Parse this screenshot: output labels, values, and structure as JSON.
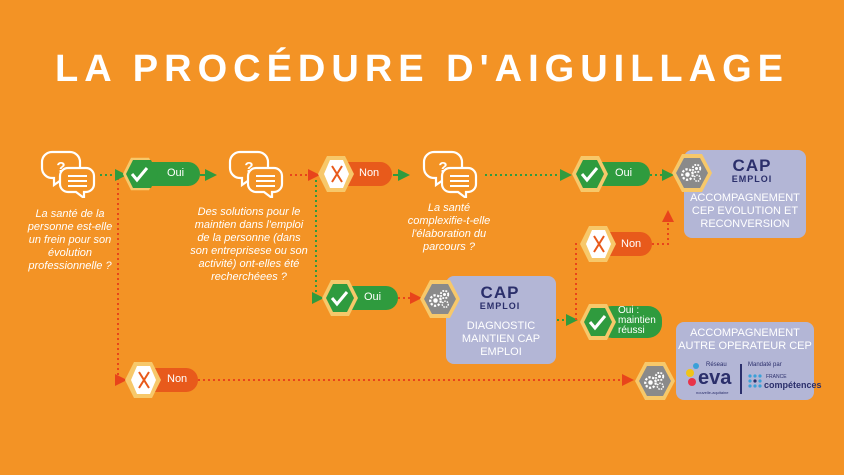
{
  "title": "LA PROCÉDURE D'AIGUILLAGE",
  "questions": {
    "q1": "La santé de la personne est-elle un frein pour son évolution professionnelle ?",
    "q2": "Des solutions pour le maintien dans l'emploi de la personne (dans son entreprisese ou son activité) ont-elles été recherchéees ?",
    "q3": "La santé complexifie-t-elle l'élaboration du parcours ?"
  },
  "answers": {
    "oui": "Oui",
    "non": "Non",
    "oui_maintien": "Oui : maintien réussi"
  },
  "cards": {
    "cep": "ACCOMPAGNEMENT CEP EVOLUTION ET RECONVERSION",
    "diag": "DIAGNOSTIC MAINTIEN CAP EMPLOI",
    "autre": "ACCOMPAGNEMENT AUTRE OPERATEUR CEP"
  },
  "logos": {
    "cap_big": "CAP",
    "cap_small": "EMPLOI",
    "reseau": "Réseau",
    "eva": "eva",
    "eva_sub": "nouvelle-aquitaine",
    "mandate": "Mandaté par",
    "france": "FRANCE",
    "competences": "compétences"
  },
  "colors": {
    "background": "#f39325",
    "green": "#2f9b3e",
    "red": "#e85a1b",
    "hex_yellow": "#f7c86a",
    "gray": "#8a8a8a",
    "card": "#b3b6d6",
    "navy": "#2b2f6b",
    "arrow_green": "#2f9b3e",
    "arrow_red": "#e8441b"
  },
  "icons": [
    "question-bubble-icon",
    "check-icon",
    "cross-icon",
    "gears-icon"
  ]
}
